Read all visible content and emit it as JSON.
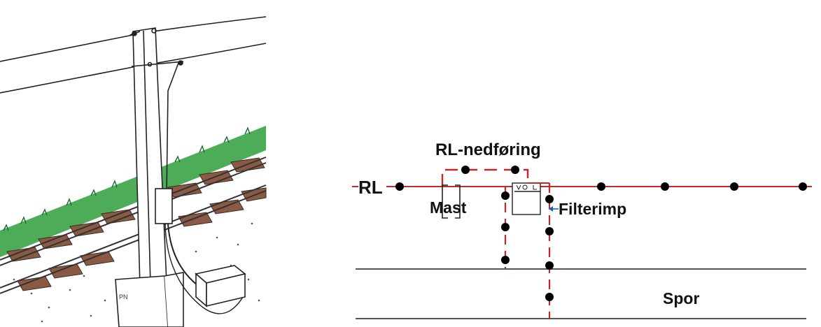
{
  "illustration": {
    "stamp_text": "PN"
  },
  "schematic": {
    "rl_label": "RL",
    "rl_down_label": "RL-nedføring",
    "mast_label": "Mast",
    "filter_label": "Filterimp",
    "track_label": "Spor"
  },
  "colors": {
    "return_line": "#c62828",
    "track": "#555555",
    "node": "#000000",
    "arrow": "#1565c0",
    "grass": "#2e9e3a",
    "sleeper": "#8a5a44"
  }
}
